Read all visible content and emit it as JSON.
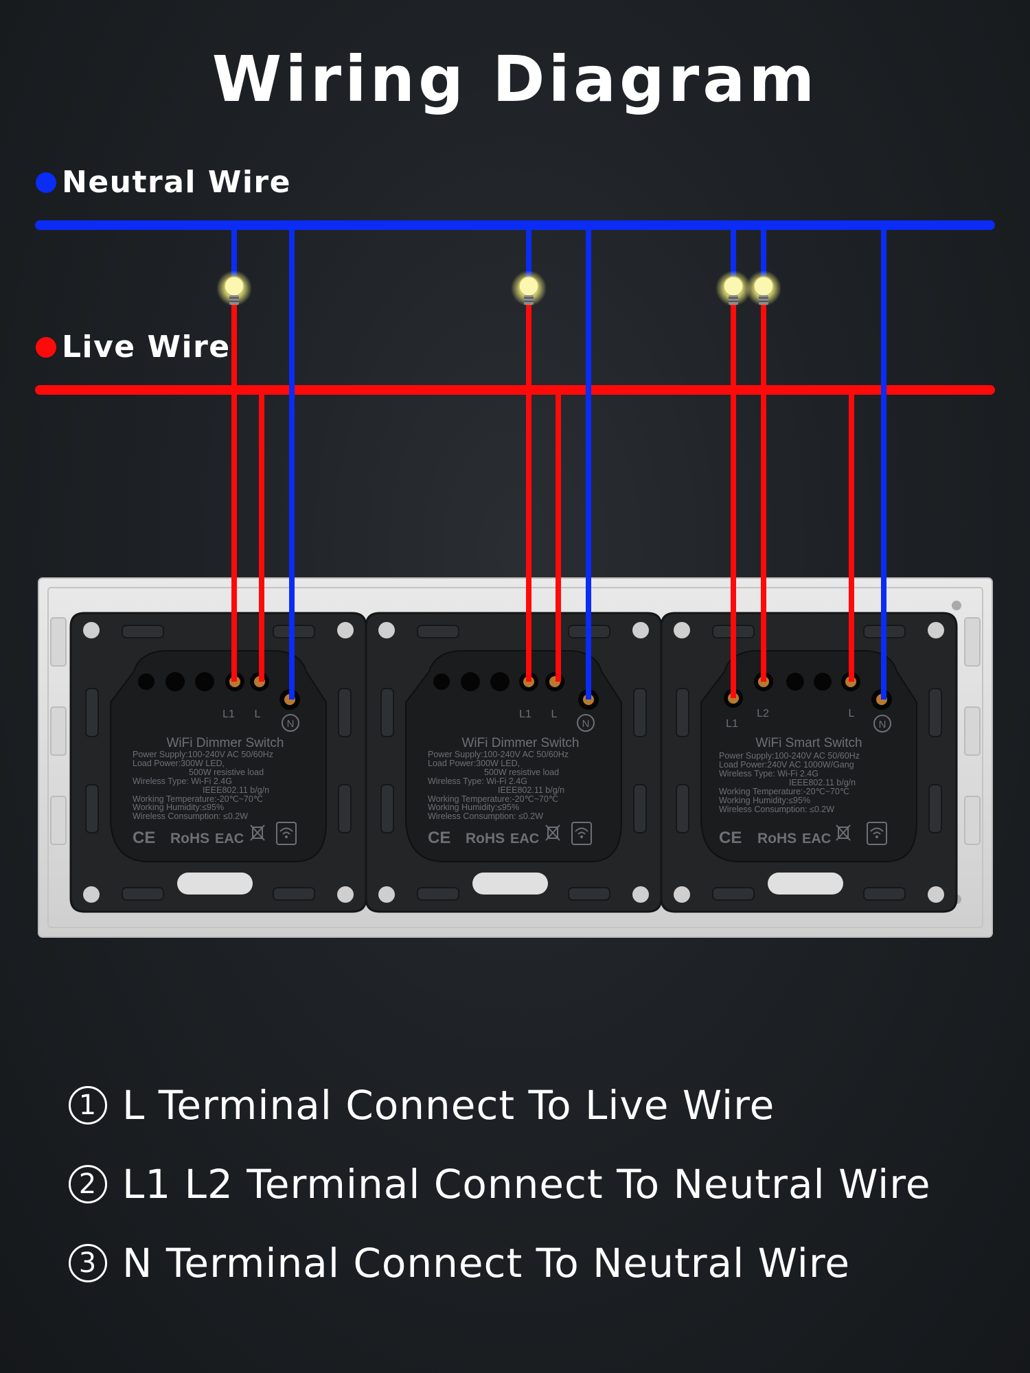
{
  "title": "Wiring Diagram",
  "legend": {
    "neutral": {
      "label": "Neutral Wire",
      "color": "#0a2cf5"
    },
    "live": {
      "label": "Live Wire",
      "color": "#ff0a0a"
    }
  },
  "modules": [
    {
      "name": "WiFi Dimmer Switch",
      "terminals": [
        "L1",
        "L",
        "N"
      ],
      "specs": [
        "Power Supply:100-240V AC 50/60Hz",
        "Load Power:300W LED,",
        "500W resistive load",
        "Wireless Type: Wi-Fi 2.4G",
        "IEEE802.11 b/g/n",
        "Working Temperature:-20℃~70℃",
        "Working Humidity:≤95%",
        "Wireless Consumption:  ≤0.2W"
      ],
      "marks": [
        "CE",
        "RoHS",
        "EAC"
      ]
    },
    {
      "name": "WiFi Dimmer Switch",
      "terminals": [
        "L1",
        "L",
        "N"
      ],
      "specs": [
        "Power Supply:100-240V AC 50/60Hz",
        "Load Power:300W LED,",
        "500W resistive load",
        "Wireless Type: Wi-Fi 2.4G",
        "IEEE802.11 b/g/n",
        "Working Temperature:-20℃~70℃",
        "Working Humidity:≤95%",
        "Wireless Consumption:  ≤0.2W"
      ],
      "marks": [
        "CE",
        "RoHS",
        "EAC"
      ]
    },
    {
      "name": "WiFi Smart Switch",
      "terminals": [
        "L1",
        "L2",
        "L",
        "N"
      ],
      "specs": [
        "Power Supply:100-240V AC 50/60Hz",
        "Load Power:240V AC 1000W/Gang",
        "Wireless Type: Wi-Fi 2.4G",
        "IEEE802.11 b/g/n",
        "Working Temperature:-20℃~70℃",
        "Working Humidity:≤95%",
        "Wireless Consumption:  ≤0.2W"
      ],
      "marks": [
        "CE",
        "RoHS",
        "EAC"
      ]
    }
  ],
  "instructions": [
    {
      "num": "1",
      "text": "L Terminal Connect To Live Wire"
    },
    {
      "num": "2",
      "text": "L1 L2 Terminal Connect To Neutral Wire"
    },
    {
      "num": "3",
      "text": "N Terminal Connect To Neutral Wire"
    }
  ]
}
